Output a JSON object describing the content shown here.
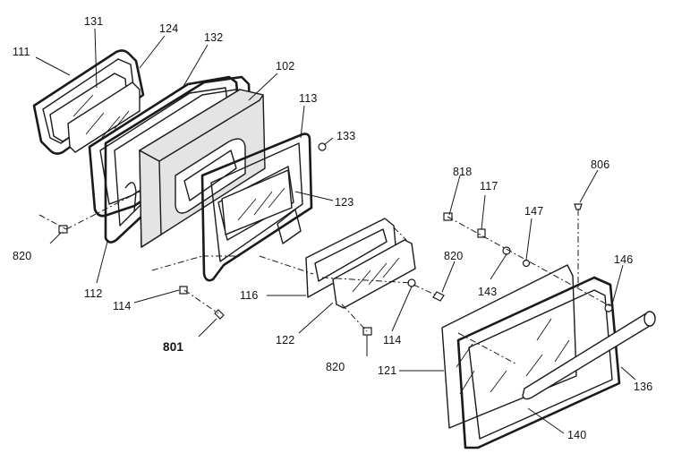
{
  "callouts": {
    "c111": "111",
    "c131": "131",
    "c124": "124",
    "c132": "132",
    "c102": "102",
    "c113": "113",
    "c133": "133",
    "c123": "123",
    "c820a": "820",
    "c112": "112",
    "c114a": "114",
    "c801": "801",
    "c116": "116",
    "c122": "122",
    "c114b": "114",
    "c820b": "820",
    "c820c": "820",
    "c818": "818",
    "c117": "117",
    "c147": "147",
    "c143": "143",
    "c806": "806",
    "c146": "146",
    "c121": "121",
    "c136": "136",
    "c140": "140"
  }
}
